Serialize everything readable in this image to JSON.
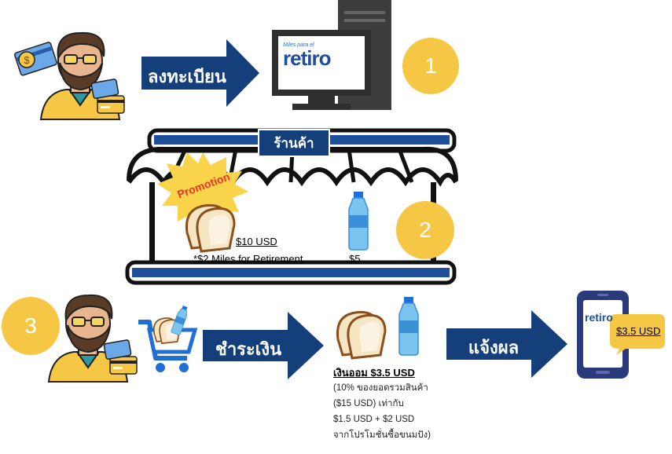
{
  "step1": {
    "number": "1",
    "label": "ลงทะเบียน"
  },
  "logo": {
    "small_text": "Miles para el",
    "word": "retiro"
  },
  "store": {
    "sign": "ร้านค้า",
    "promo": "Promotion"
  },
  "step2": {
    "number": "2",
    "bread_price": "$10 USD",
    "bread_bonus": "*$2 Miles for Retirement",
    "water_price": "$5"
  },
  "step3": {
    "number": "3",
    "pay_label": "ชำระเงิน",
    "notify_label": "แจ้งผล",
    "savings_title": "เงินออม $3.5 USD",
    "savings_lines": [
      "(10% ของยอดรวมสินค้า",
      "($15 USD) เท่ากับ",
      "$1.5 USD + $2 USD",
      "จากโปรโมชั่นซื้อขนมปัง)"
    ],
    "phone_amount": "$3.5 USD"
  }
}
